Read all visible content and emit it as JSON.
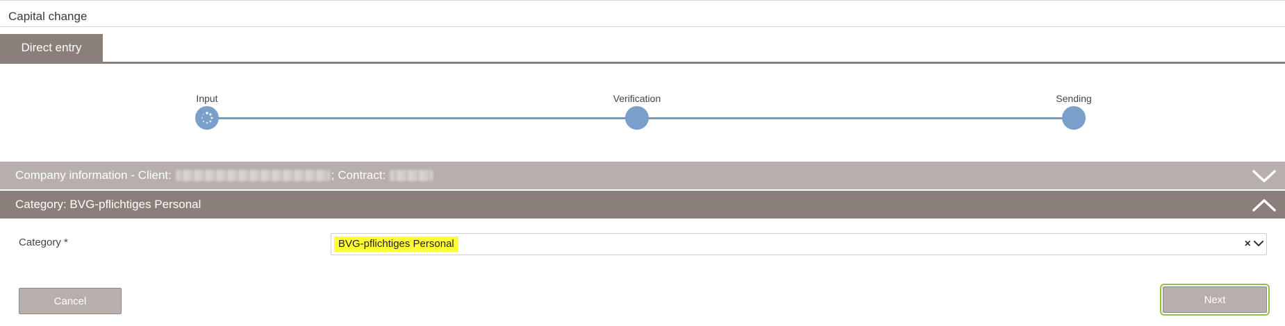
{
  "page": {
    "title": "Capital change"
  },
  "tabs": [
    {
      "label": "Direct entry",
      "active": true
    }
  ],
  "steps": [
    {
      "label": "Input",
      "state": "in-progress"
    },
    {
      "label": "Verification",
      "state": "pending"
    },
    {
      "label": "Sending",
      "state": "pending"
    }
  ],
  "company_panel": {
    "prefix": "Company information - Client:",
    "contract_prefix": "; Contract:",
    "client_value": "redacted",
    "contract_value": "redacted",
    "icon": "chevron-down-icon"
  },
  "category_panel": {
    "title": "Category: BVG-pflichtiges Personal",
    "icon": "chevron-up-icon"
  },
  "form": {
    "category_label": "Category *",
    "category_value": "BVG-pflichtiges Personal",
    "clear_glyph": "×"
  },
  "buttons": {
    "cancel": "Cancel",
    "next": "Next"
  },
  "colors": {
    "accent_brown": "#8a7f79",
    "light_brown": "#b7afab",
    "step_blue": "#7a9fcb",
    "highlight": "#ffff33",
    "focus_green": "#8bc34a"
  }
}
